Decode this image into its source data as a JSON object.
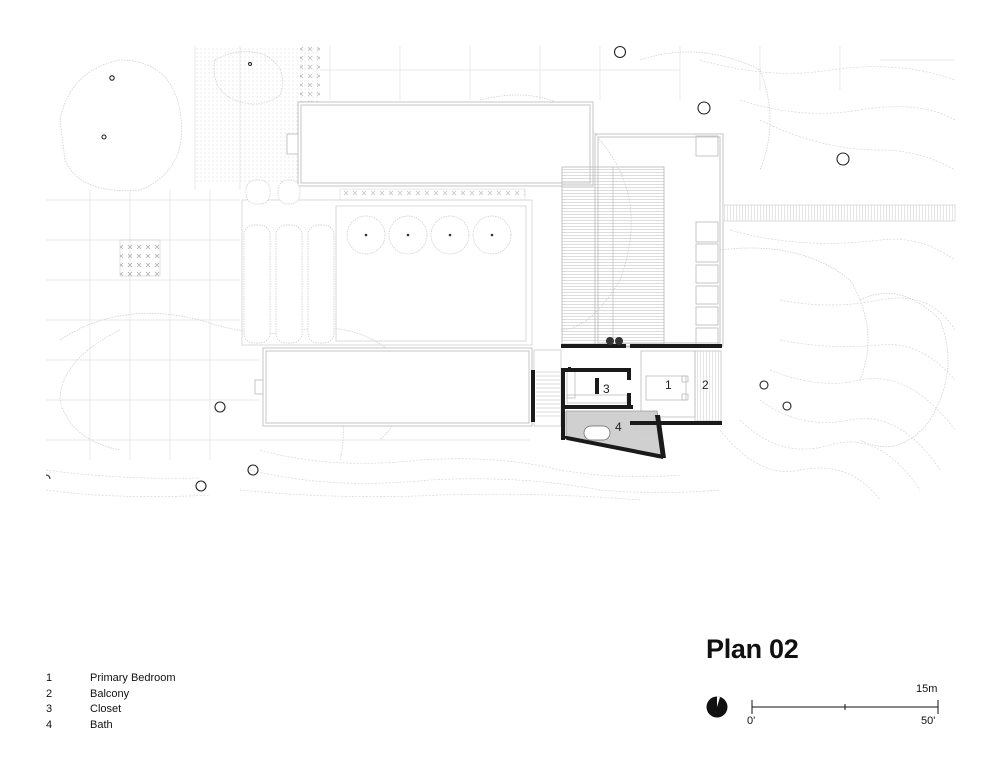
{
  "plan": {
    "title": "Plan 02",
    "rooms": [
      {
        "number": "1",
        "name": "Primary Bedroom"
      },
      {
        "number": "2",
        "name": "Balcony"
      },
      {
        "number": "3",
        "name": "Closet"
      },
      {
        "number": "4",
        "name": "Bath"
      }
    ],
    "scale": {
      "metric": "15m",
      "start": "0'",
      "end": "50'"
    }
  },
  "colors": {
    "line": "#c8c8c8",
    "dark": "#1a1a1a",
    "bath_fill": "#d0d0d0",
    "hatch": "#9a9a9a"
  }
}
